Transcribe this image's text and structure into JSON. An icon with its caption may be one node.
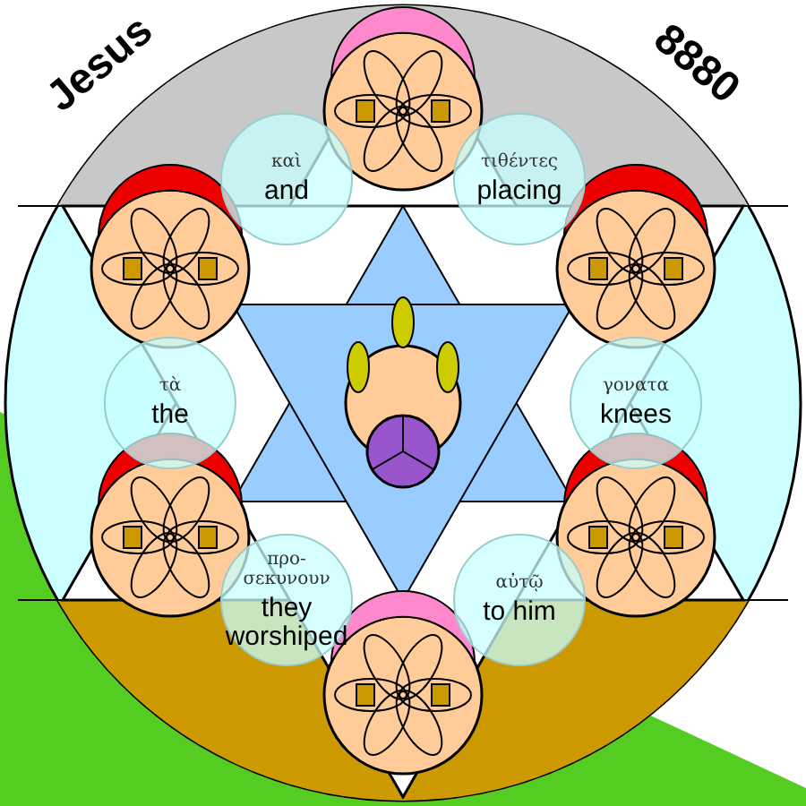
{
  "diagram": {
    "nodes": [
      {
        "text": [
          "καὶ",
          "and"
        ]
      },
      {
        "text": [
          "τιθέντες",
          "placing"
        ]
      },
      {
        "text": [
          "τὰ",
          "the"
        ]
      },
      {
        "text": [
          "γονατα",
          "knees"
        ]
      },
      {
        "text": [
          "προ- σεκυνουν",
          "they worshiped"
        ]
      },
      {
        "text": [
          "αὐτῷ",
          "to him"
        ]
      }
    ],
    "edges": [],
    "labels": [
      "Jesus",
      "8880"
    ]
  }
}
